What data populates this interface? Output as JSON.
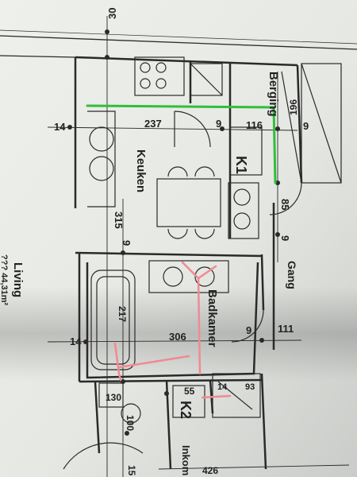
{
  "dims": {
    "top": "30",
    "w_left": "14",
    "w_kitchen": "237",
    "w_wall_a": "9",
    "w_mid": "116",
    "w_right": "196",
    "w_right2": "9",
    "h_kitchen": "315",
    "h_wall_b": "9",
    "w_bath": "306",
    "w_wall_c": "9",
    "w_hall": "111",
    "w_left2": "14",
    "h_stair": "85",
    "h_wall_d": "9",
    "bath_tub": "217",
    "toilet_w": "130",
    "toilet_h": "100",
    "k2_w": "55",
    "k2_w2": "14",
    "k2_w3": "93",
    "bottom_w": "426",
    "bottom_h": "15"
  },
  "rooms": {
    "keuken": "Keuken",
    "berging": "Berging",
    "badkamer": "Badkamer",
    "gang": "Gang",
    "living": "Living",
    "living_area": "??? 44,31m²",
    "inkom": "Inkom"
  },
  "labels": {
    "k1": "K1",
    "k2": "K2"
  },
  "colors": {
    "paper": "#f3f4f2",
    "line": "#2a2a2a",
    "green_marker": "#2fbf3a",
    "pink_marker": "#f08a92"
  }
}
